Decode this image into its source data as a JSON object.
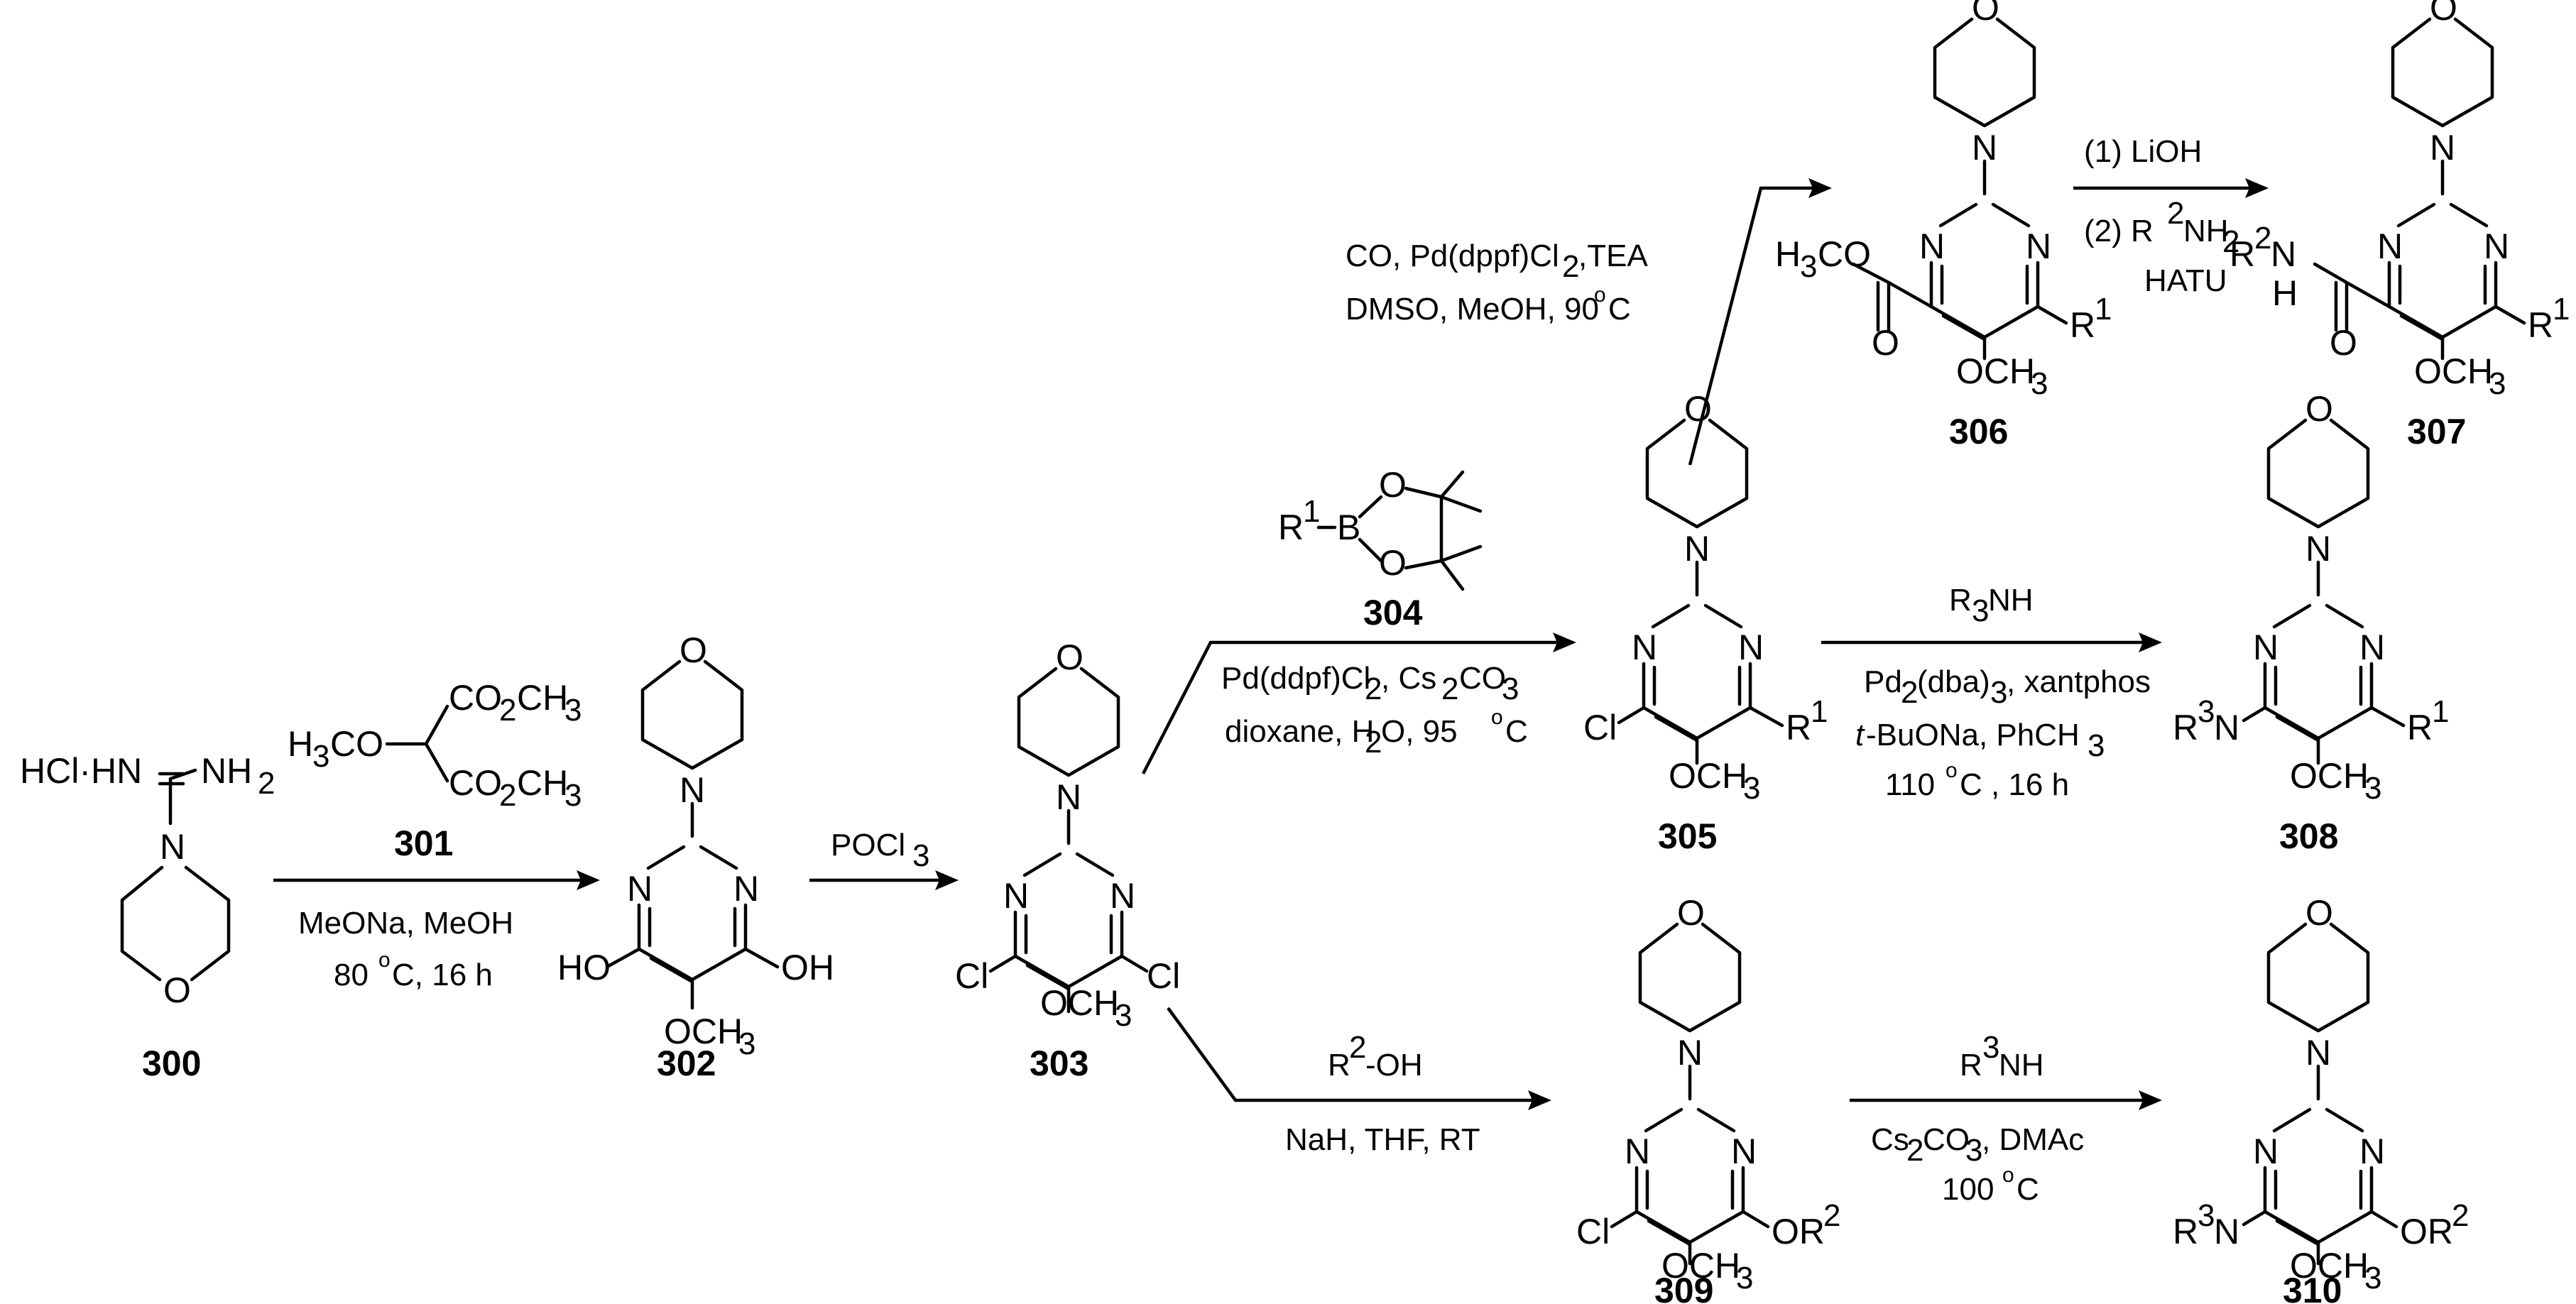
{
  "compounds": {
    "c300": {
      "number": "300",
      "hcl": "HCl·HN",
      "nh2": "NH",
      "sub2": "2",
      "n": "N",
      "o": "O"
    },
    "c301": {
      "number": "301",
      "h3co": "H",
      "h3co_rest": "CO",
      "co2ch3_top": "CO",
      "co2ch3_bottom": "CO"
    },
    "c302": {
      "number": "302",
      "ho_left": "HO",
      "oh_right": "OH",
      "och3": "OCH"
    },
    "c303": {
      "number": "303",
      "cl_left": "Cl",
      "cl_right": "Cl",
      "och3": "OCH"
    },
    "c304": {
      "number": "304",
      "r1": "R",
      "b": "B",
      "o_top": "O",
      "o_bottom": "O"
    },
    "c305": {
      "number": "305",
      "cl": "Cl",
      "r1": "R",
      "och3": "OCH"
    },
    "c306": {
      "number": "306",
      "h3co": "H",
      "r1": "R",
      "och3": "OCH",
      "carbonyl_o": "O"
    },
    "c307": {
      "number": "307",
      "r2n": "R",
      "r2n_n": "N",
      "h": "H",
      "r1": "R",
      "och3": "OCH",
      "carbonyl_o": "O"
    },
    "c308": {
      "number": "308",
      "r3n": "R",
      "r3n_n": "N",
      "r1": "R",
      "och3": "OCH"
    },
    "c309": {
      "number": "309",
      "cl": "Cl",
      "or2": "OR",
      "och3": "OCH"
    },
    "c310": {
      "number": "310",
      "r3n": "R",
      "r3n_n": "N",
      "or2": "OR",
      "och3": "OCH"
    }
  },
  "reactions": {
    "r1": {
      "line2": "MeONa, MeOH",
      "line3": "80 ",
      "line3_rest": "C, 16 h"
    },
    "r2": {
      "reagent": "POCl"
    },
    "r3": {
      "line1": "CO, Pd(dppf)Cl",
      "line1_rest": ",TEA",
      "line2": "DMSO, MeOH, 90 ",
      "line2_rest": "C"
    },
    "r4": {
      "line1": "(1) LiOH",
      "line2": "(2) R",
      "line2_rest": "NH",
      "line3": "HATU"
    },
    "r5": {
      "line1": "Pd(ddpf)Cl",
      "line1_mid": ", Cs",
      "line1_mid2": "CO",
      "line2": "dioxane, H",
      "line2_rest": "O, 95 ",
      "line2_end": "C"
    },
    "r6": {
      "line1": "R",
      "line1_rest": "NH",
      "line2": "Pd",
      "line2_mid": "(dba)",
      "line2_rest": ", xantphos",
      "line3": "t",
      "line3_rest": "-BuONa, PhCH",
      "line4": "110 ",
      "line4_rest": "C , 16 h"
    },
    "r7": {
      "line1": "R",
      "line1_rest": "-OH",
      "line2": "NaH, THF, RT"
    },
    "r8": {
      "line1": "R",
      "line1_rest": "NH",
      "line2": "Cs",
      "line2_mid": "CO",
      "line2_rest": ", DMAc",
      "line3": "100 ",
      "line3_rest": "C"
    }
  },
  "atoms": {
    "N": "N",
    "O": "O"
  },
  "sub": {
    "s1": "1",
    "s2": "2",
    "s3": "3",
    "deg": "o"
  }
}
